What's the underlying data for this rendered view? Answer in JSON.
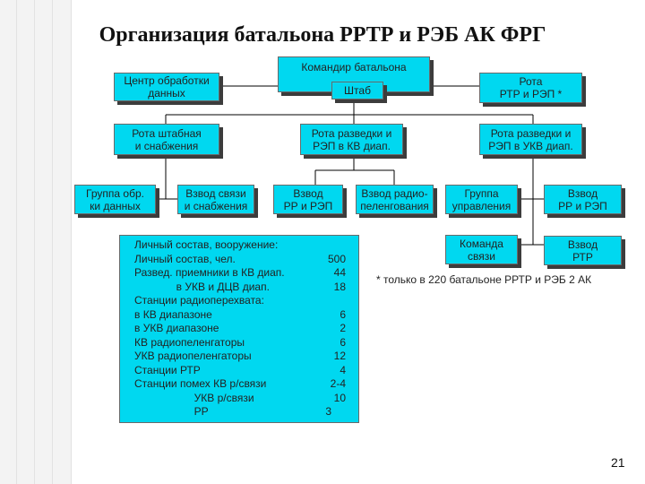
{
  "title": "Организация батальона РРТР и РЭБ АК ФРГ",
  "boxes": {
    "commander": [
      "Командир батальона"
    ],
    "staff": [
      "Штаб"
    ],
    "data_center": [
      "Центр обработки",
      "данных"
    ],
    "company_rtr": [
      "Рота",
      "РТР и РЭП *"
    ],
    "company_hq": [
      "Рота штабная",
      "и снабжения"
    ],
    "company_recon_kv": [
      "Рота разведки и",
      "РЭП в КВ диап."
    ],
    "company_recon_ukv": [
      "Рота разведки и",
      "РЭП в УКВ диап."
    ],
    "group_data": [
      "Группа обр.",
      "ки данных"
    ],
    "platoon_comm": [
      "Взвод связи",
      "и снабжения"
    ],
    "platoon_rr_rep_1": [
      "Взвод",
      "РР и РЭП"
    ],
    "platoon_df": [
      "Взвод радио-",
      "пеленгования"
    ],
    "group_control": [
      "Группа",
      "управления"
    ],
    "platoon_rr_rep_2": [
      "Взвод",
      "РР и РЭП"
    ],
    "team_comm": [
      "Команда",
      "связи"
    ],
    "platoon_rtr": [
      "Взвод",
      "РТР"
    ]
  },
  "info_rows": [
    {
      "label": "Личный состав, вооружение:",
      "value": ""
    },
    {
      "label": "Личный состав, чел.",
      "value": "500"
    },
    {
      "label": "Развед. приемники в КВ диап.",
      "value": "44"
    },
    {
      "label": "              в УКВ и ДЦВ диап.",
      "value": "18"
    },
    {
      "label": "Станции радиоперехвата:",
      "value": ""
    },
    {
      "label": "в КВ диапазоне",
      "value": "6"
    },
    {
      "label": "в УКВ диапазоне",
      "value": "2"
    },
    {
      "label": "КВ радиопеленгаторы",
      "value": "6"
    },
    {
      "label": "УКВ радиопеленгаторы",
      "value": "12"
    },
    {
      "label": "Станции РТР",
      "value": "4"
    },
    {
      "label": "Станции помех КВ р/связи",
      "value": "2-4"
    },
    {
      "label": "                    УКВ р/связи",
      "value": "10"
    },
    {
      "label": "                    РР",
      "value": "3"
    }
  ],
  "note": "* только в 220 батальоне РРТР и РЭБ 2 АК",
  "page_number": "21"
}
